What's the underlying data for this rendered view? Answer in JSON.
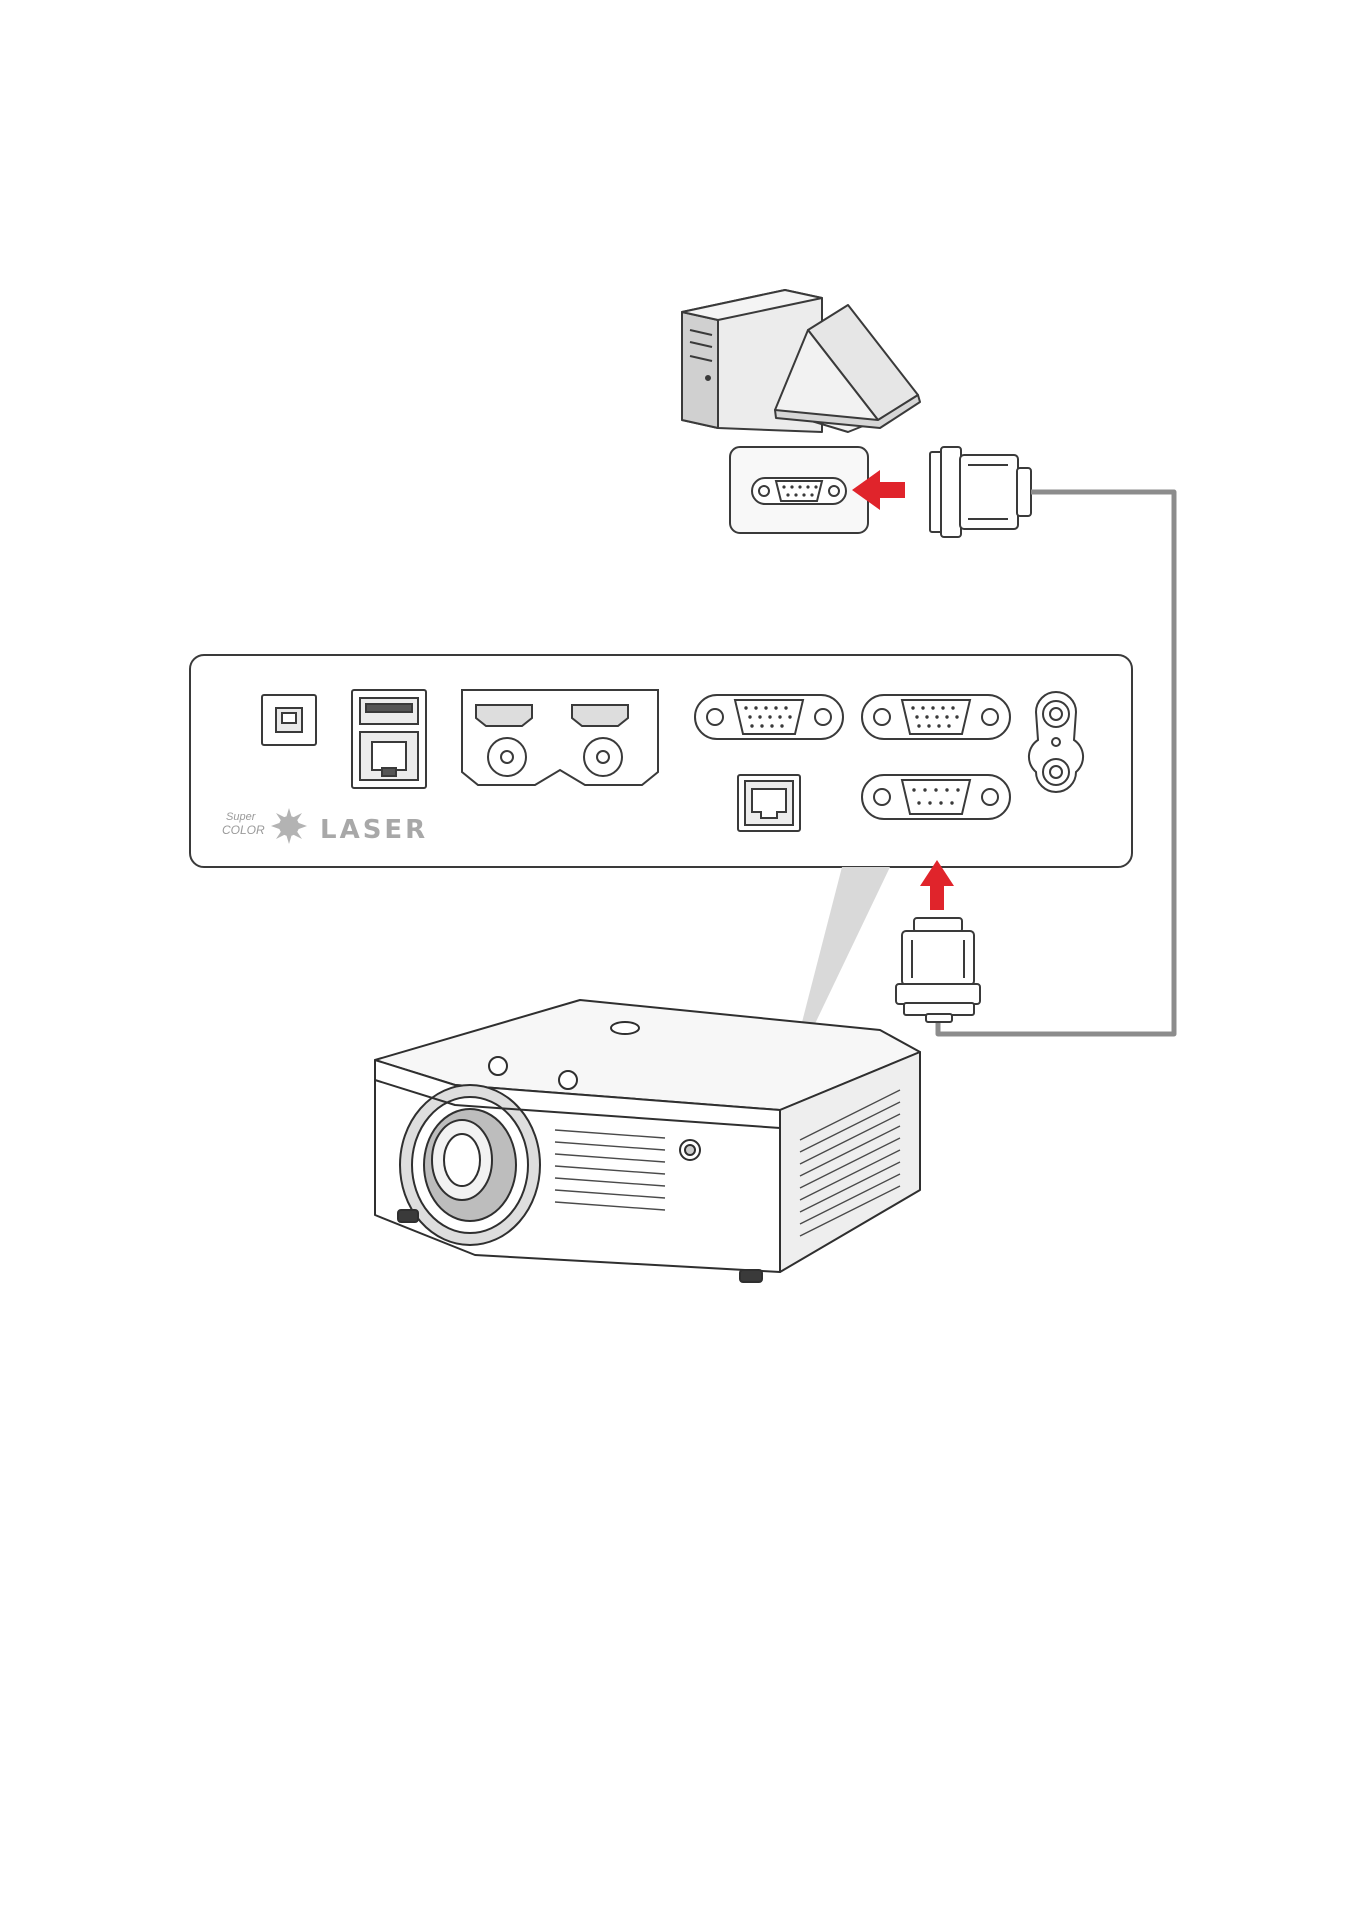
{
  "diagram": {
    "logo": {
      "small_top": "Super",
      "small_bottom": "COLOR",
      "big": "LASER"
    },
    "colors": {
      "arrow": "#e0242b",
      "cable": "#8c8c8c",
      "outline": "#3a3a3a",
      "computer_fill": "#e6e6e6",
      "shadow_wedge": "#d9d9d9"
    },
    "icons": [
      "desktop-tower-icon",
      "laptop-icon",
      "serial-port-icon",
      "db9-connector-icon",
      "projector-icon",
      "red-arrow-icon"
    ]
  }
}
